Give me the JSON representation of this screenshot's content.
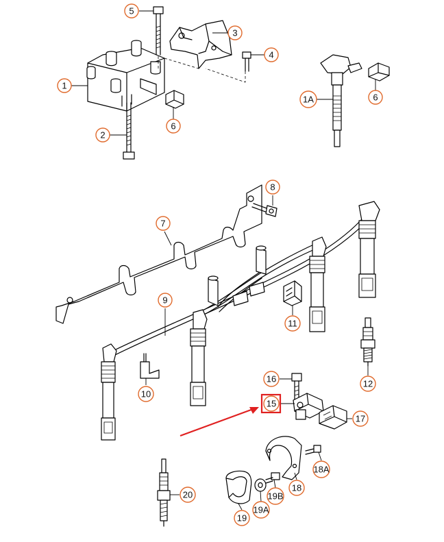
{
  "colors": {
    "callout_ring": "#e06a2c",
    "highlight": "#e02020",
    "line": "#000000",
    "background": "#ffffff"
  },
  "callouts": {
    "c1": "1",
    "c2": "2",
    "c3": "3",
    "c4": "4",
    "c5": "5",
    "c6a": "6",
    "c1A": "1A",
    "c6b": "6",
    "c7": "7",
    "c8": "8",
    "c9": "9",
    "c10": "10",
    "c11": "11",
    "c12": "12",
    "c15": "15",
    "c16": "16",
    "c17": "17",
    "c18": "18",
    "c18A": "18A",
    "c19": "19",
    "c19A": "19A",
    "c19B": "19B",
    "c20": "20"
  },
  "highlight": {
    "target": "15",
    "arrow": "red-pointer-arrow"
  }
}
